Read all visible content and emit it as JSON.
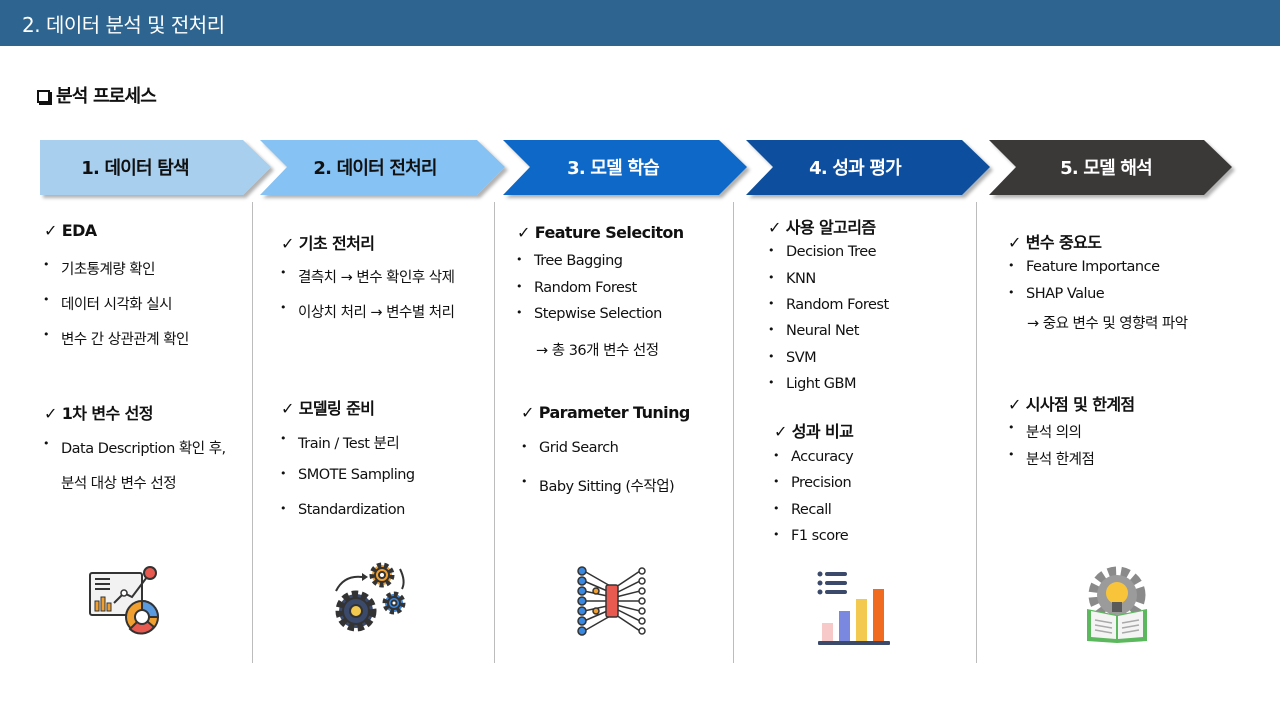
{
  "header": {
    "title": "2. 데이터 분석 및 전처리"
  },
  "section": {
    "marker": "❑",
    "title": "분석 프로세스"
  },
  "steps": [
    {
      "label": "1. 데이터 탐색",
      "color": "#A9CFEE",
      "text_color": "#111111"
    },
    {
      "label": "2. 데이터 전처리",
      "color": "#86C2F3",
      "text_color": "#111111"
    },
    {
      "label": "3. 모델 학습",
      "color": "#0B67C8",
      "text_color": "#ffffff"
    },
    {
      "label": "4. 성과 평가",
      "color": "#08509E",
      "text_color": "#ffffff"
    },
    {
      "label": "5. 모델 해석",
      "color": "#3B3737",
      "text_color": "#ffffff"
    }
  ],
  "columns": [
    {
      "groups": [
        {
          "heading": "✓ EDA",
          "items": [
            "기초통계량 확인",
            "데이터 시각화 실시",
            "변수 간 상관관계 확인"
          ]
        },
        {
          "heading": "✓ 1차 변수 선정",
          "items": [
            "Data Description 확인 후,"
          ],
          "note": "분석 대상 변수 선정"
        }
      ],
      "icon": "dashboard-chart-icon"
    },
    {
      "groups": [
        {
          "heading": "✓ 기초 전처리",
          "items": [
            "결측치 → 변수 확인후 삭제",
            "이상치 처리 → 변수별 처리"
          ]
        },
        {
          "heading": "✓ 모델링 준비",
          "items": [
            "Train / Test 분리",
            "SMOTE Sampling",
            "Standardization"
          ]
        }
      ],
      "icon": "gears-icon"
    },
    {
      "groups": [
        {
          "heading": "✓ Feature Seleciton",
          "items": [
            "Tree Bagging",
            "Random Forest",
            "Stepwise Selection"
          ],
          "note": "→ 총 36개 변수 선정"
        },
        {
          "heading": "✓ Parameter Tuning",
          "items": [
            "Grid Search",
            "Baby Sitting (수작업)"
          ]
        }
      ],
      "icon": "neural-network-icon"
    },
    {
      "groups": [
        {
          "heading": "✓ 사용 알고리즘",
          "items": [
            "Decision Tree",
            "KNN",
            "Random Forest",
            "Neural Net",
            "SVM",
            "Light GBM"
          ]
        },
        {
          "heading": "✓ 성과 비교",
          "items": [
            "Accuracy",
            "Precision",
            "Recall",
            "F1 score"
          ]
        }
      ],
      "icon": "bar-chart-icon"
    },
    {
      "groups": [
        {
          "heading": "✓ 변수 중요도",
          "items": [
            "Feature Importance",
            "SHAP Value"
          ],
          "note": "→ 중요 변수 및 영향력 파악"
        },
        {
          "heading": "✓ 시사점 및 한계점",
          "items": [
            "분석 의의",
            "분석 한계점"
          ]
        }
      ],
      "icon": "lightbulb-book-icon"
    }
  ]
}
